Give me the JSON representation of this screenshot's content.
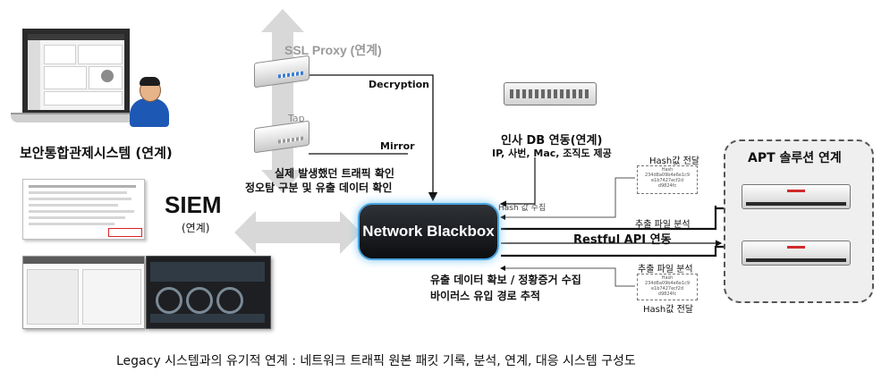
{
  "labels": {
    "ssl_proxy": "SSL Proxy (연계)",
    "tap": "Tap",
    "decryption": "Decryption",
    "mirror": "Mirror",
    "traffic_line1": "실제 발생했던 트래픽 확인",
    "traffic_line2": "정오탐 구분 및 유출 데이터 확인",
    "hr_db_title": "인사 DB 연동(연계)",
    "hr_db_sub": "IP, 사번, Mac, 조직도 제공",
    "security_system": "보안통합관제시스템 (연계)",
    "siem": "SIEM",
    "siem_sub": "(연계)",
    "network_blackbox": "Network Blackbox",
    "apt_title": "APT 솔루션 연계",
    "hash_transfer_top": "Hash값 전달",
    "hash_collect": "Hash 값 수집",
    "file_analysis_top": "추출 파일 분석",
    "restful_api": "Restful API 연동",
    "file_analysis_bottom": "추출 파일 분석",
    "hash_transfer_bottom": "Hash값 전달",
    "leak_line1": "유출 데이터 확보 / 정황증거 수집",
    "leak_line2": "바이러스 유입 경로 추적",
    "caption": "Legacy 시스템과의 유기적 연계 : 네트워크 트래픽 원본 패킷 기록, 분석, 연계, 대응 시스템 구성도"
  },
  "colors": {
    "arrow_gray": "#d8d8d8",
    "glow_blue": "#4aa3df",
    "apt_bg": "#efefef"
  }
}
